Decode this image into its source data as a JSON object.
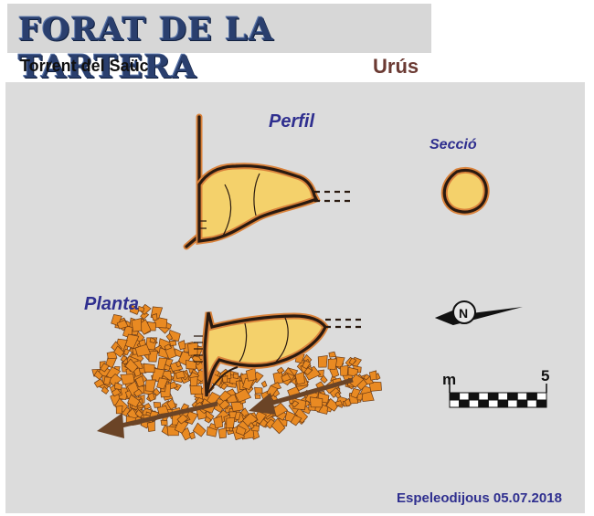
{
  "header": {
    "title": "FORAT DE LA TARTERA",
    "subtitle": "Torrent del Saüc",
    "place": "Urús"
  },
  "diagram": {
    "labels": {
      "profile": "Perfil",
      "section": "Secció",
      "plan": "Planta"
    },
    "scale": {
      "start_label": "m",
      "end_label": "5",
      "segments": 10
    },
    "north_symbol_letter": "N",
    "credit": "Espeleodijous 05.07.2018"
  },
  "colors": {
    "cave_fill": "#f4d16b",
    "cave_outline": "#2a1a10",
    "outline_halo": "#d9823b",
    "scree_fill": "#e98a22",
    "scree_stroke": "#6b3a14",
    "arrow": "#6b4426",
    "label_blue": "#2f2f8f",
    "background": "#dcdcdc"
  }
}
